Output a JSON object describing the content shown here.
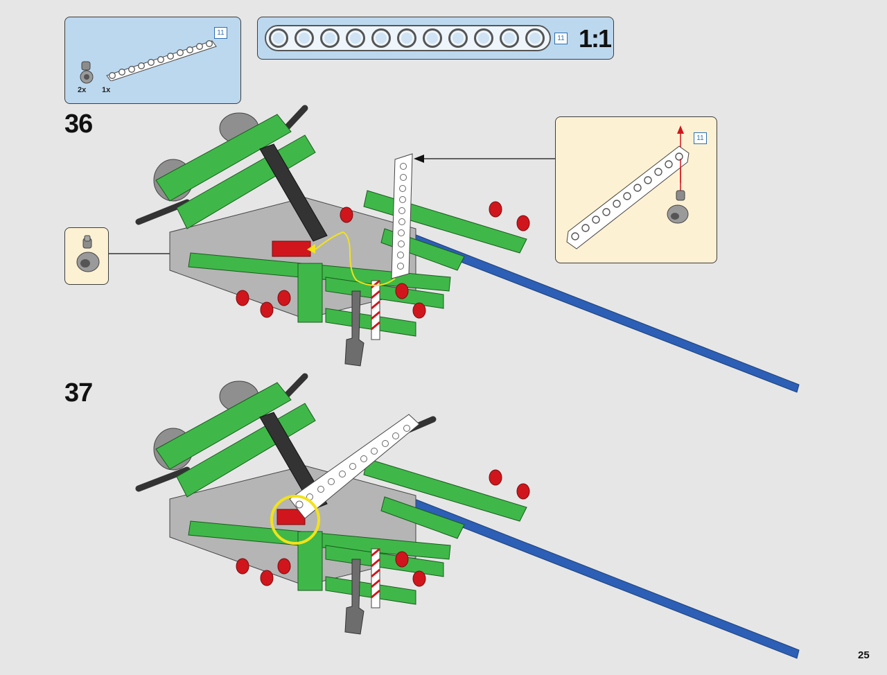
{
  "parts_list": {
    "items": [
      {
        "qty": "2x",
        "icon": "axle-pin-connector"
      },
      {
        "qty": "1x",
        "icon": "white-liftarm-11",
        "length": "11"
      }
    ]
  },
  "ruler": {
    "length": "11",
    "scale": "1:1",
    "holes": 11
  },
  "steps": [
    {
      "number": "36"
    },
    {
      "number": "37"
    }
  ],
  "callout_assembly": {
    "length": "11"
  },
  "page_number": "25",
  "colors": {
    "callout_blue": "#bcd8ef",
    "callout_cream": "#fdf1d3",
    "lego_green": "#3fb849",
    "lego_red": "#d0161c",
    "lego_blue": "#2c5fb5",
    "highlight_yellow": "#f2e21a"
  }
}
